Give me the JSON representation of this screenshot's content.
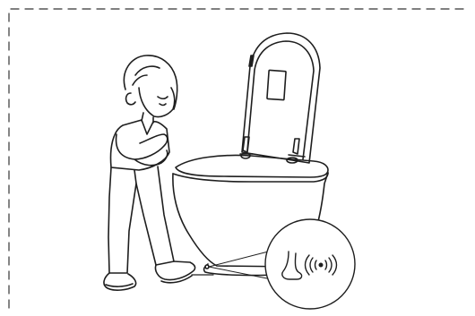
{
  "figure": {
    "background_color": "#ffffff",
    "line_color": "#1e1e1e",
    "border_style": "dashed"
  },
  "parts": {
    "person": "person-figure",
    "foot": "foot",
    "toilet": "smart-toilet",
    "lid": "toilet-lid-open",
    "lid_panel": "lid-panel",
    "seat": "toilet-seat",
    "sensor": "foot-sensor",
    "callout": "foot-sensor-callout",
    "callout_foot_icon": "foot-icon",
    "callout_wave_icon": "wireless-signal-icon"
  }
}
